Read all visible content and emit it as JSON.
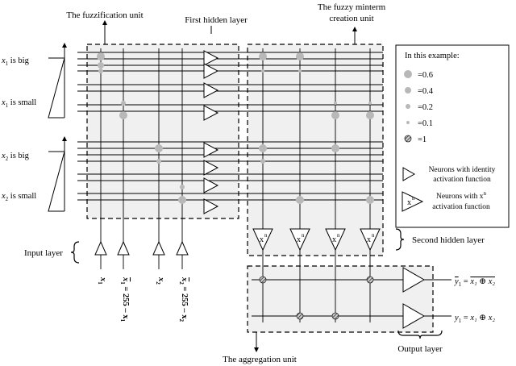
{
  "labels": {
    "fuzzification_unit": "The fuzzification unit",
    "first_hidden_layer": "First hidden layer",
    "minterm_unit_line1": "The fuzzy minterm",
    "minterm_unit_line2": "creation unit",
    "second_hidden_layer": "Second hidden layer",
    "input_layer": "Input layer",
    "aggregation_unit": "The aggregation unit",
    "output_layer": "Output layer"
  },
  "membership_labels": [
    {
      "var": "x",
      "sub": "1",
      "text": "is big"
    },
    {
      "var": "x",
      "sub": "1",
      "text": "is small"
    },
    {
      "var": "x",
      "sub": "2",
      "text": "is big"
    },
    {
      "var": "x",
      "sub": "2",
      "text": "is small"
    }
  ],
  "input_labels": [
    {
      "main": "x",
      "sub": "1",
      "bar": false,
      "suffix": ""
    },
    {
      "main": "x",
      "sub": "1",
      "bar": true,
      "suffix": "= 255 – x"
    },
    {
      "main": "x",
      "sub": "2",
      "bar": false,
      "suffix": ""
    },
    {
      "main": "x",
      "sub": "2",
      "bar": true,
      "suffix": "= 255 – x"
    }
  ],
  "second_layer_neuron_symbol": {
    "base": "x",
    "sup": "n"
  },
  "outputs": [
    {
      "lhs": "y",
      "sub": "1",
      "lhs_bar": true,
      "rhs": "x₁ ⊕ x₂",
      "rhs_bar": true
    },
    {
      "lhs": "y",
      "sub": "1",
      "lhs_bar": false,
      "rhs": "x₁ ⊕ x₂",
      "rhs_bar": false
    }
  ],
  "legend": {
    "title": "In this example:",
    "items": [
      {
        "marker": "dot-large",
        "value": "=0.6"
      },
      {
        "marker": "dot-medium",
        "value": "=0.4"
      },
      {
        "marker": "dot-small",
        "value": "=0.2"
      },
      {
        "marker": "dot-tiny",
        "value": "=0.1"
      },
      {
        "marker": "hatched",
        "value": "=1"
      }
    ],
    "identity_neuron_lines": [
      "Neurons with identity",
      "activation function"
    ],
    "power_neuron_line1": {
      "text": "Neurons with x",
      "sup": "n"
    },
    "power_neuron_line2": "activation function"
  }
}
